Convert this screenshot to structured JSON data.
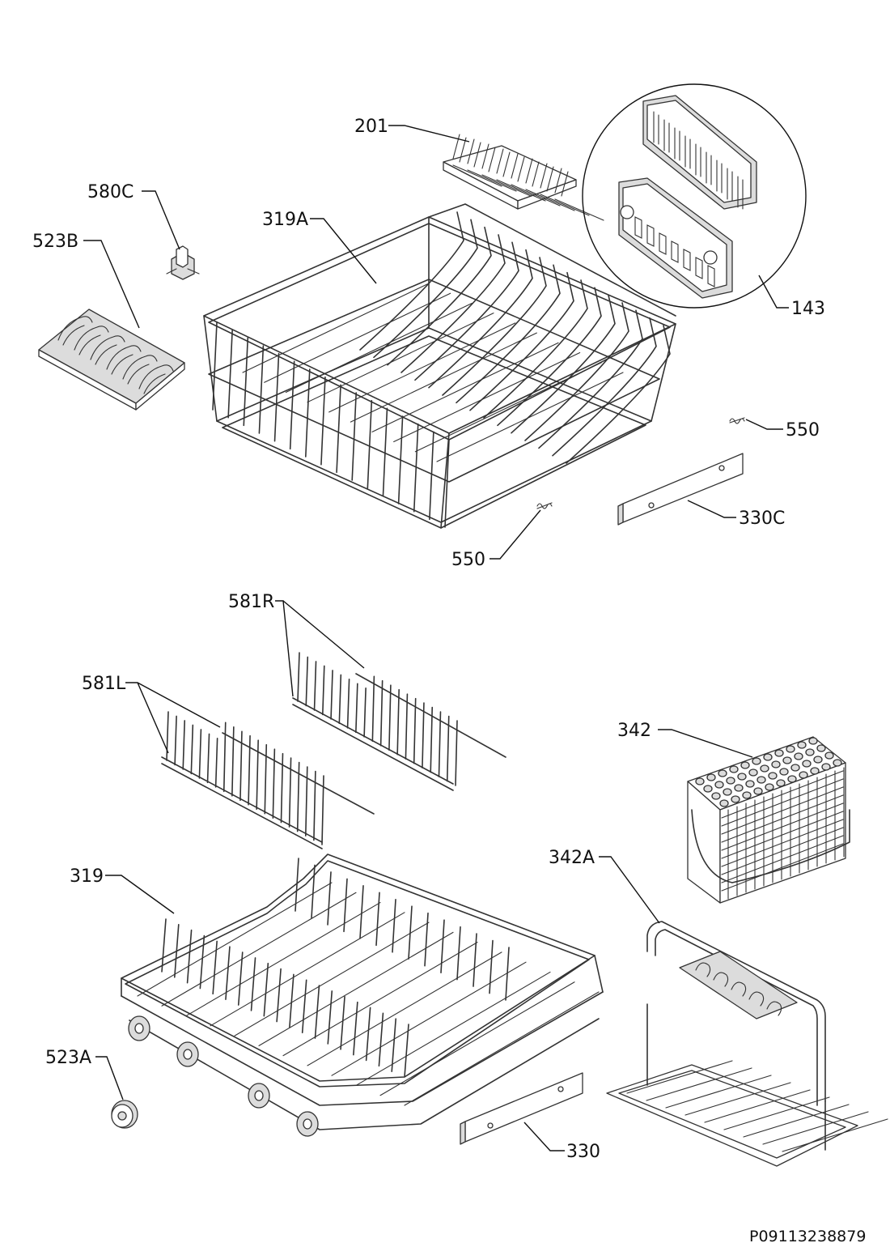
{
  "diagram": {
    "code": "P09113238879",
    "callouts": [
      {
        "id": "201",
        "text": "201"
      },
      {
        "id": "580C",
        "text": "580C"
      },
      {
        "id": "319A",
        "text": "319A"
      },
      {
        "id": "523B",
        "text": "523B"
      },
      {
        "id": "143",
        "text": "143"
      },
      {
        "id": "550a",
        "text": "550"
      },
      {
        "id": "330C",
        "text": "330C"
      },
      {
        "id": "550b",
        "text": "550"
      },
      {
        "id": "581R",
        "text": "581R"
      },
      {
        "id": "581L",
        "text": "581L"
      },
      {
        "id": "342",
        "text": "342"
      },
      {
        "id": "342A",
        "text": "342A"
      },
      {
        "id": "319",
        "text": "319"
      },
      {
        "id": "523A",
        "text": "523A"
      },
      {
        "id": "330",
        "text": "330"
      }
    ]
  }
}
